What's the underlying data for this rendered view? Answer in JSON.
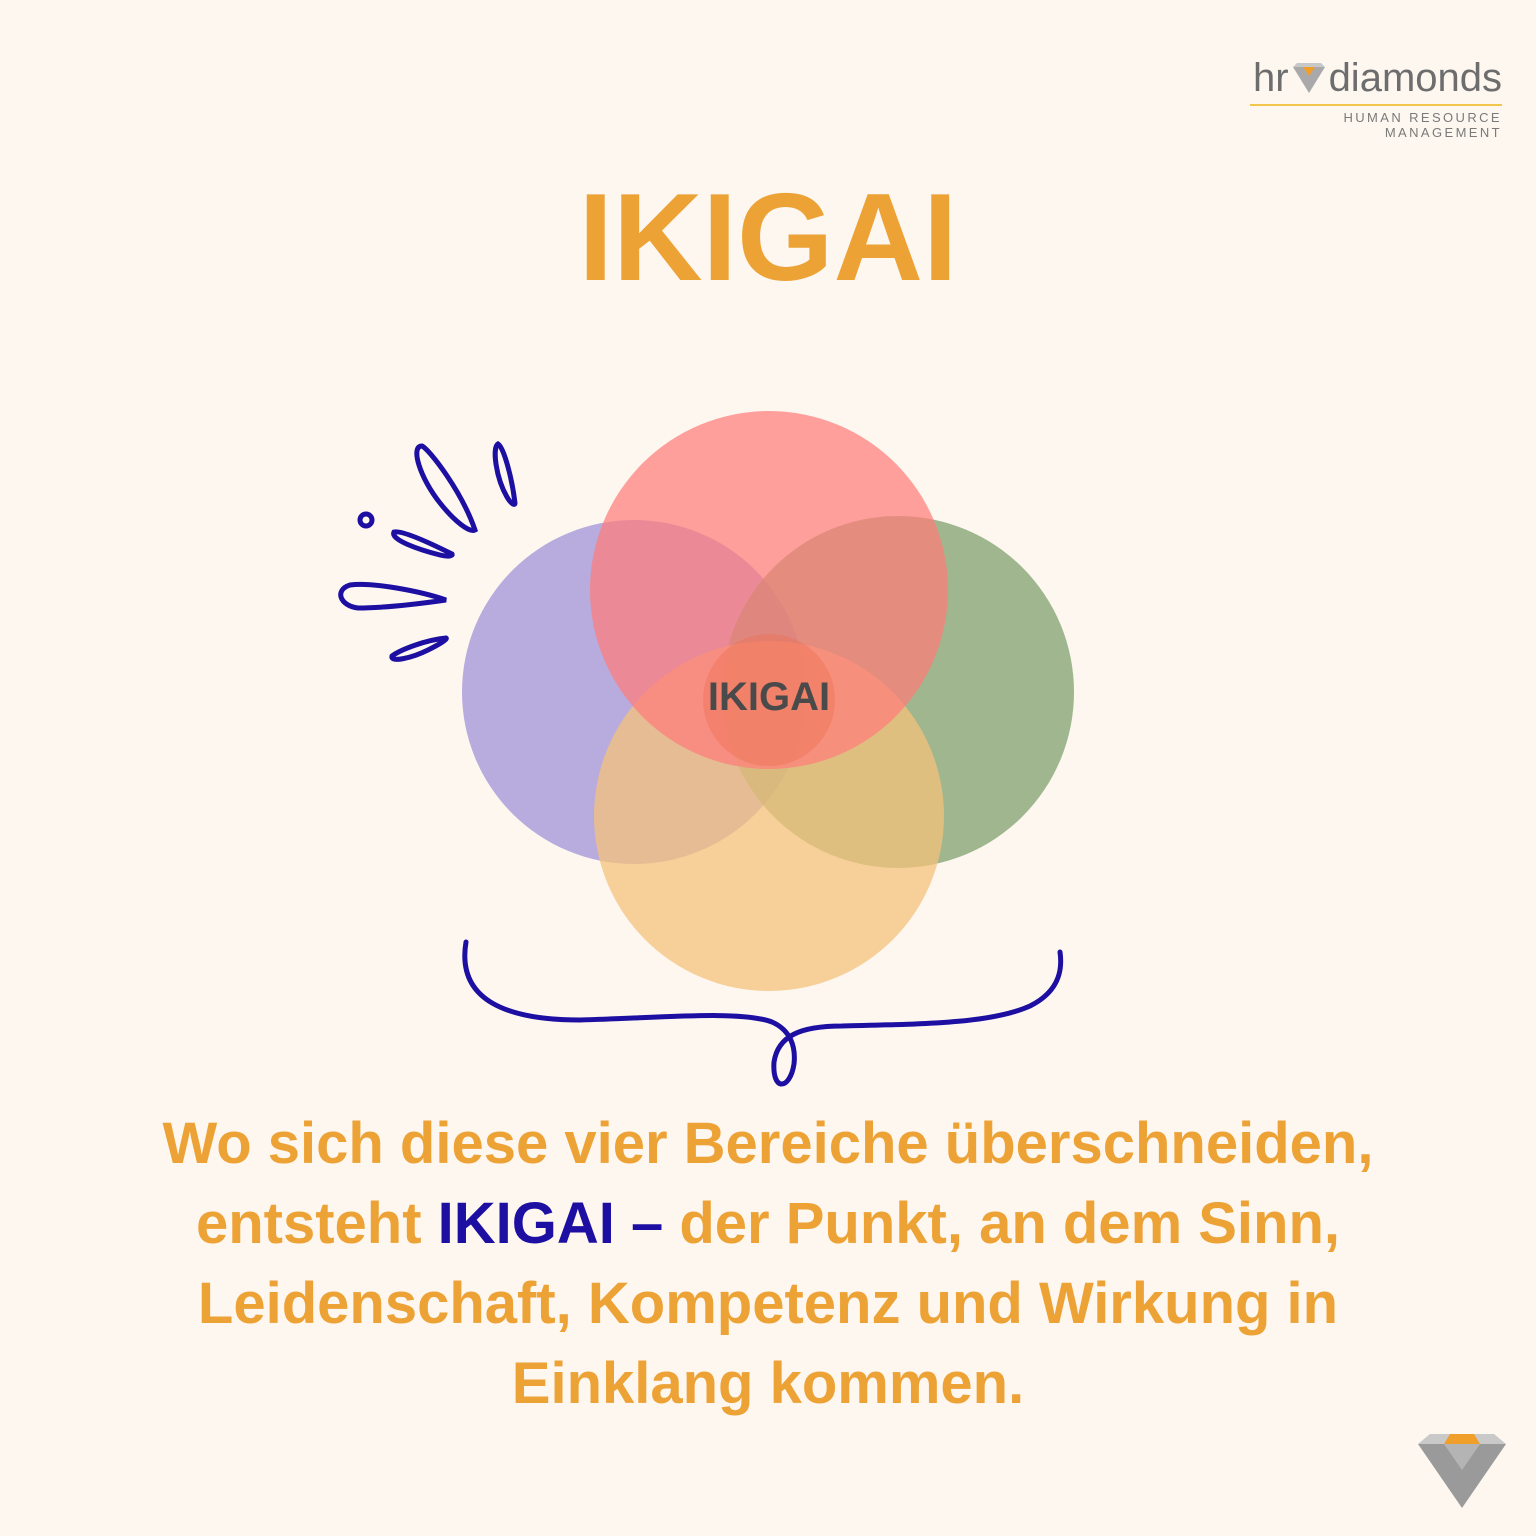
{
  "logo": {
    "prefix": "hr",
    "suffix": "diamonds",
    "tagline": "HUMAN RESOURCE MANAGEMENT"
  },
  "title": "IKIGAI",
  "diagram": {
    "center_label": "IKIGAI",
    "colors": {
      "top": "#ff7d7a",
      "left": "#9b8fd6",
      "right": "#7a9c68",
      "bottom": "#f4c27b",
      "center": "#ee6a4a",
      "doodle": "#1c0fa2"
    }
  },
  "caption": {
    "part1": "Wo sich diese vier Bereiche überschneiden, entsteht ",
    "highlight": "IKIGAI –",
    "part2": " der Punkt, an dem Sinn, Leidenschaft, Kompetenz und Wirkung in Einklang kommen."
  }
}
